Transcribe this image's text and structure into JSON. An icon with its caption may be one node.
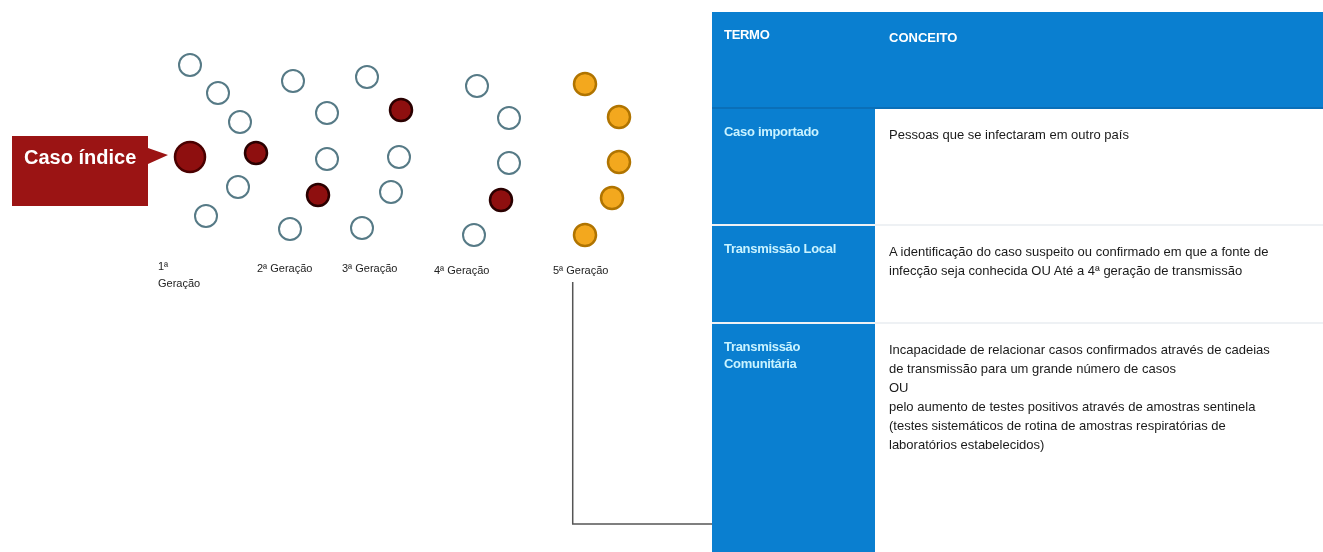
{
  "diagram": {
    "nodes": [
      {
        "text": [
          "Caso índice"
        ]
      },
      {
        "text": [
          "5ª Geração"
        ]
      },
      {
        "text": [
          "TERMO",
          "CONCEITO"
        ]
      },
      {
        "text": [
          "Caso importado",
          "Pessoas que se infectaram em outro país"
        ]
      },
      {
        "text": [
          "Transmissão Local",
          "A identificação do caso suspeito ou confirmado em que a fonte de infecção seja conhecida OU Até a 4ª geração de transmissão"
        ]
      },
      {
        "text": [
          "Transmissão Comunitária",
          "Incapacidade de relacionar casos confirmados através de cadeias de transmissão para um grande número de casos",
          "OU",
          "pelo aumento de testes positivos através de amostras sentinela (testes sistemáticos de rotina de amostras respiratórias de laboratórios estabelecidos)"
        ]
      }
    ],
    "edges": [
      {
        "from": 1,
        "to": 5,
        "arrow": "none"
      }
    ],
    "labels": [
      "1ª Geração",
      "2ª Geração",
      "3ª Geração",
      "4ª Geração"
    ]
  }
}
